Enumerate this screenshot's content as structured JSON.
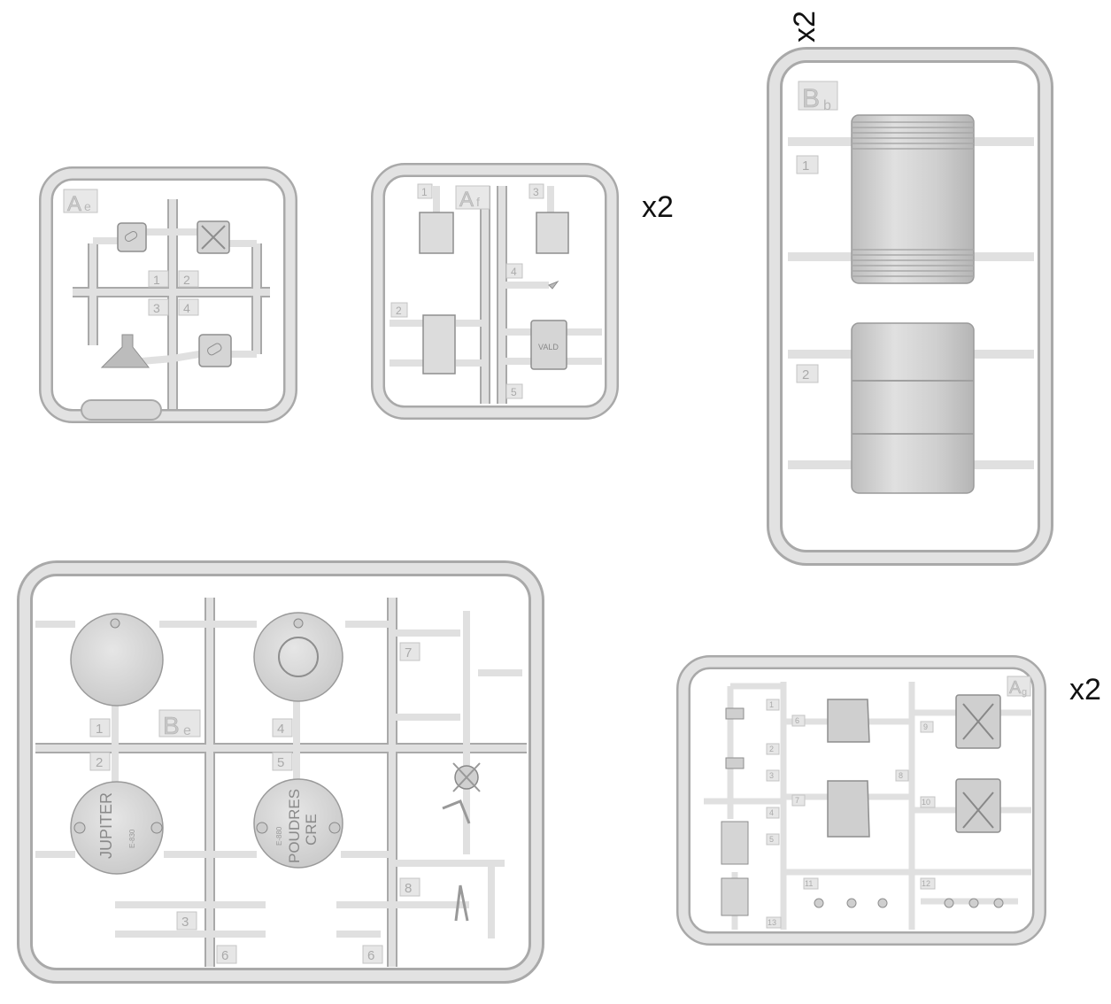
{
  "multipliers": {
    "sprue_af": "x2",
    "sprue_bb": "x2",
    "sprue_ag": "x2"
  },
  "sprues": {
    "ae": {
      "letter": "A",
      "sub": "e",
      "numbers": [
        "1",
        "2",
        "3",
        "4"
      ]
    },
    "af": {
      "letter": "A",
      "sub": "f",
      "numbers": [
        "1",
        "2",
        "3",
        "4",
        "5"
      ],
      "can_text": "VALD"
    },
    "bb": {
      "letter": "B",
      "sub": "b",
      "numbers": [
        "1",
        "2"
      ]
    },
    "be": {
      "letter": "B",
      "sub": "e",
      "numbers": [
        "1",
        "2",
        "4",
        "5",
        "3",
        "6",
        "6",
        "7",
        "8"
      ],
      "lid1_text": "JUPITER",
      "lid1_sub": "E-830",
      "lid2_text": "POUDRES",
      "lid2_text2": "CRE",
      "lid2_sub": "E-880"
    },
    "ag": {
      "letter": "A",
      "sub": "g",
      "numbers": [
        "1",
        "2",
        "3",
        "4",
        "5",
        "6",
        "7",
        "8",
        "9",
        "10",
        "11",
        "12",
        "13"
      ]
    }
  },
  "colors": {
    "plastic": "#d6d6d6",
    "plastic_light": "#e4e4e4",
    "plastic_edge": "#a9a9a9",
    "ink": "#111111"
  }
}
